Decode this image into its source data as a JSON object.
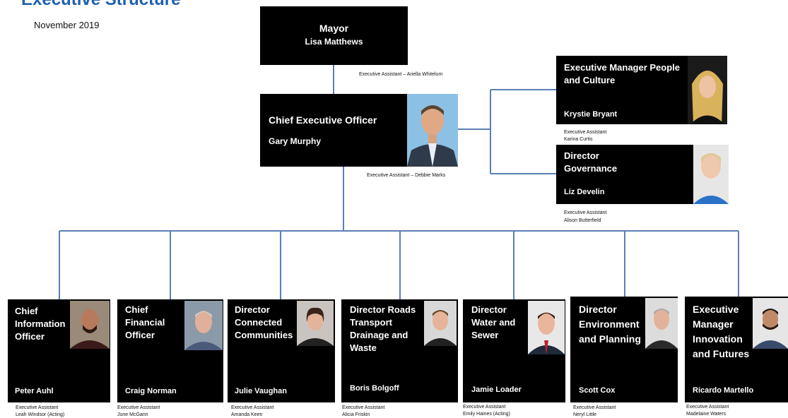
{
  "header": {
    "title": "Executive Structure",
    "date": "November 2019"
  },
  "mayor": {
    "title": "Mayor",
    "name": "Lisa Matthews",
    "assistant": "Executive Assistant – Ariella Whitelum"
  },
  "ceo": {
    "title": "Chief Executive Officer",
    "name": "Gary Murphy",
    "assistant": "Executive Assistant – Debbie Marks"
  },
  "people_culture": {
    "title": "Executive Manager People and Culture",
    "name": "Krystie Bryant",
    "assistant_label": "Executive Assistant",
    "assistant_name": "Karina Curtis"
  },
  "governance": {
    "title": "Director Governance",
    "name": "Liz Develin",
    "assistant_label": "Executive Assistant",
    "assistant_name": "Alison Butterfield"
  },
  "directors": [
    {
      "title": "Chief Information Officer",
      "name": "Peter Auhl",
      "assistant_label": "Executive Assistant",
      "assistant_name": "Leah Windsor (Acting)"
    },
    {
      "title": "Chief Financial Officer",
      "name": "Craig Norman",
      "assistant_label": "Executive Assistant",
      "assistant_name": "June McGann"
    },
    {
      "title": "Director Connected Communities",
      "name": "Julie Vaughan",
      "assistant_label": "Executive Assistant",
      "assistant_name": "Amanda Keen"
    },
    {
      "title": "Director Roads Transport Drainage and Waste",
      "name": "Boris Bolgoff",
      "assistant_label": "Executive Assistant",
      "assistant_name": "Alicia Friskin"
    },
    {
      "title": "Director Water and Sewer",
      "name": "Jamie Loader",
      "assistant_label": "Executive Assistant",
      "assistant_name": "Emily Haines (Acting)"
    },
    {
      "title": "Director Environment and Planning",
      "name": "Scott Cox",
      "assistant_label": "Executive Assistant",
      "assistant_name": "Neryl Little"
    },
    {
      "title": "Executive Manager Innovation and Futures",
      "name": "Ricardo Martello",
      "assistant_label": "Executive Assistant",
      "assistant_name": "Madelaine Waters"
    }
  ],
  "colors": {
    "connector": "#5b7fb5",
    "box": "#000000",
    "title": "#1f5fb0"
  }
}
